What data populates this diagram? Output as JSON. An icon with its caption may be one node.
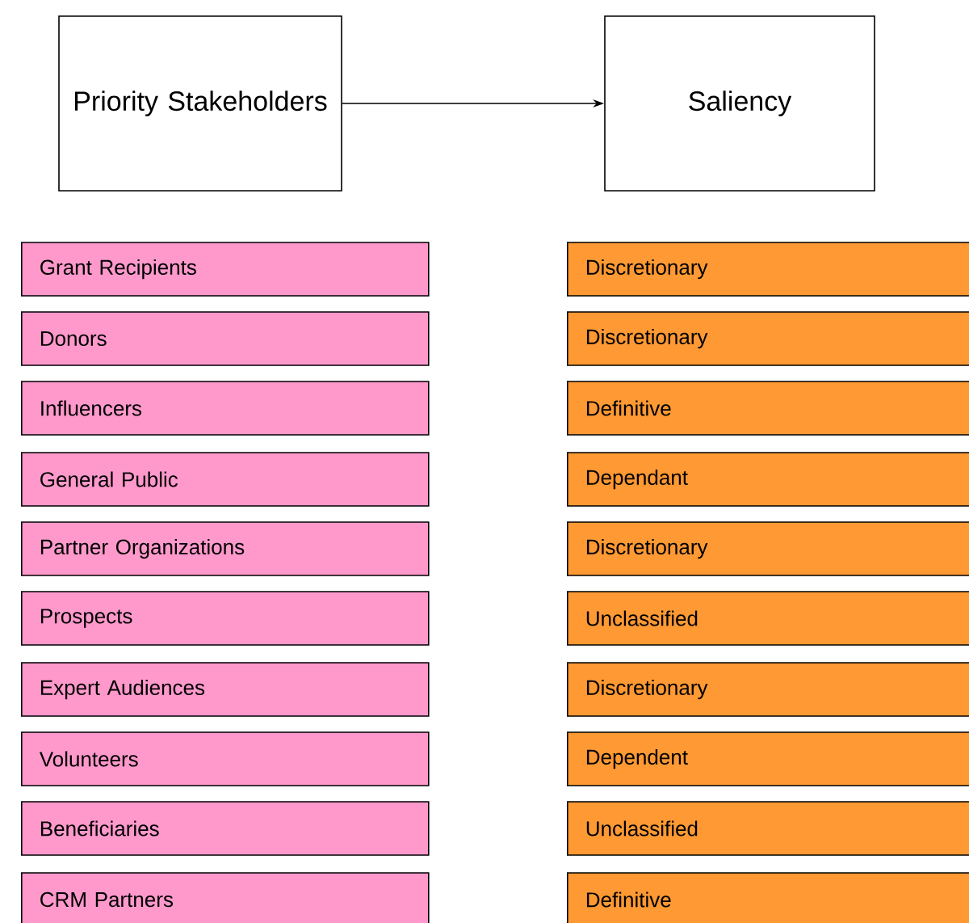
{
  "diagram": {
    "nodes": [
      {
        "text": [
          "Priority Stakeholders"
        ]
      },
      {
        "text": [
          "Saliency"
        ]
      },
      {
        "text": [
          "Grant Recipients"
        ]
      },
      {
        "text": [
          "Discretionary"
        ]
      },
      {
        "text": [
          "Donors"
        ]
      },
      {
        "text": [
          "Discretionary"
        ]
      },
      {
        "text": [
          "Influencers"
        ]
      },
      {
        "text": [
          "Definitive"
        ]
      },
      {
        "text": [
          "General Public"
        ]
      },
      {
        "text": [
          "Dependant"
        ]
      },
      {
        "text": [
          "Partner Organizations"
        ]
      },
      {
        "text": [
          "Discretionary"
        ]
      },
      {
        "text": [
          "Prospects"
        ]
      },
      {
        "text": [
          "Unclassified"
        ]
      },
      {
        "text": [
          "Expert Audiences"
        ]
      },
      {
        "text": [
          "Discretionary"
        ]
      },
      {
        "text": [
          "Volunteers"
        ]
      },
      {
        "text": [
          "Dependent"
        ]
      },
      {
        "text": [
          "Beneficiaries"
        ]
      },
      {
        "text": [
          "Unclassified"
        ]
      },
      {
        "text": [
          "CRM Partners"
        ]
      },
      {
        "text": [
          "Definitive"
        ]
      }
    ],
    "edges": [
      {
        "from": 0,
        "to": 1,
        "arrow": "to"
      }
    ]
  }
}
